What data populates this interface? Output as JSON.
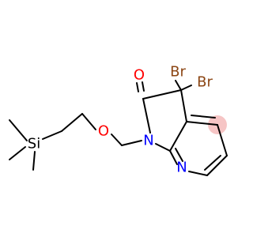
{
  "colors": {
    "bond": "#000000",
    "Br": "#8b4513",
    "O": "#ff0000",
    "N": "#0000ff",
    "Si": "#000000",
    "aromatic_highlight": "#f4b6b6"
  },
  "atoms": {
    "br1": "Br",
    "br2": "Br",
    "o_carbonyl": "O",
    "o_ether": "O",
    "n_ring": "N",
    "n_pyridine": "N",
    "si": "Si"
  }
}
